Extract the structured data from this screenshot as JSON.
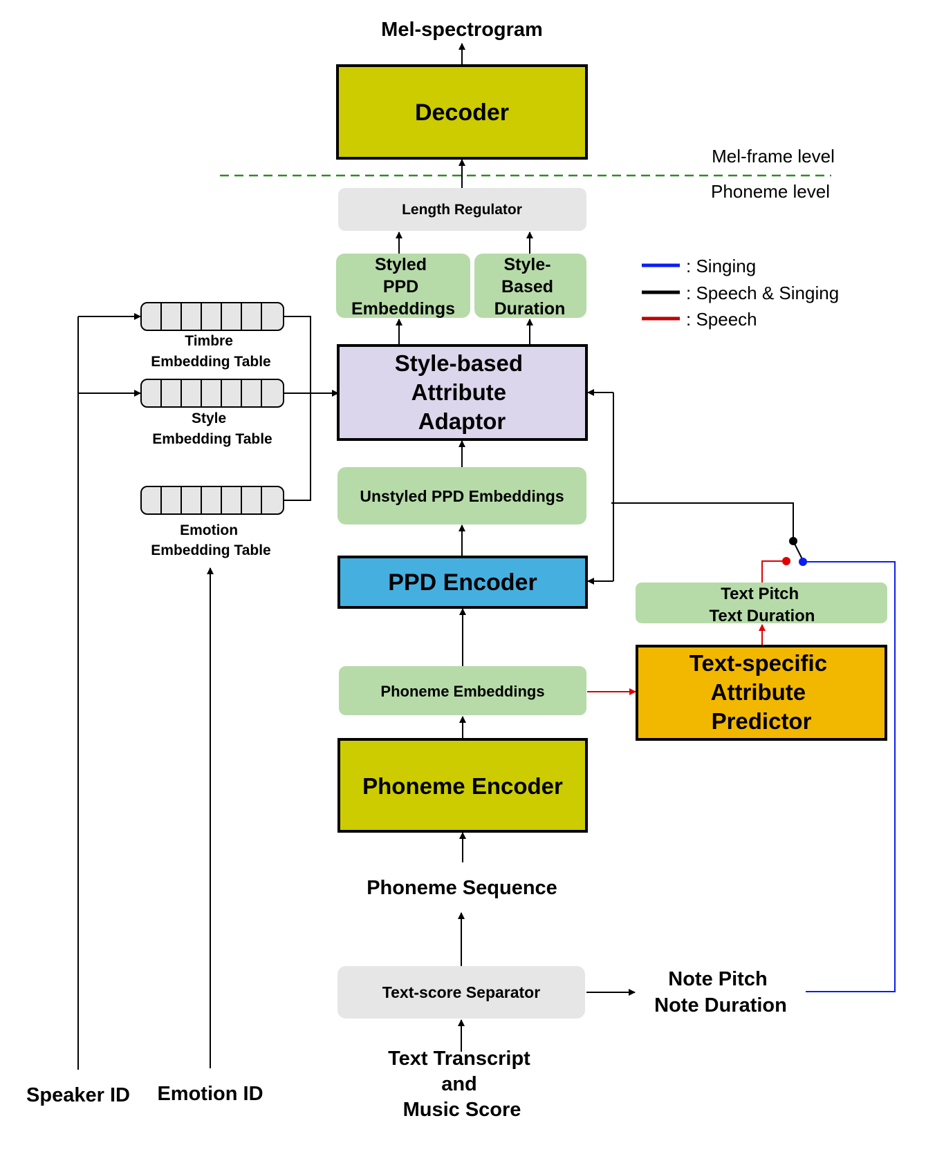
{
  "top_output": "Mel-spectrogram",
  "decoder": "Decoder",
  "mel_frame_level": "Mel-frame level",
  "phoneme_level": "Phoneme level",
  "length_regulator": "Length Regulator",
  "styled_ppd": [
    "Styled",
    "PPD",
    "Embeddings"
  ],
  "style_duration": [
    "Style-",
    "Based",
    "Duration"
  ],
  "legend": {
    "singing": ": Singing",
    "both": ": Speech & Singing",
    "speech": ": Speech",
    "colors": {
      "singing": "#0a1ef0",
      "both": "#000000",
      "speech": "#c00000"
    }
  },
  "timbre_table": [
    "Timbre",
    "Embedding Table"
  ],
  "style_table": [
    "Style",
    "Embedding Table"
  ],
  "emotion_table": [
    "Emotion",
    "Embedding Table"
  ],
  "adaptor": [
    "Style-based",
    "Attribute",
    "Adaptor"
  ],
  "unstyled_ppd": "Unstyled PPD Embeddings",
  "ppd_encoder": "PPD Encoder",
  "text_pitch_duration": [
    "Text Pitch",
    "Text Duration"
  ],
  "predictor": [
    "Text-specific",
    "Attribute",
    "Predictor"
  ],
  "phoneme_embeddings": "Phoneme Embeddings",
  "phoneme_encoder": "Phoneme Encoder",
  "phoneme_sequence": "Phoneme Sequence",
  "separator": "Text-score Separator",
  "note_pitch_duration": [
    "Note Pitch",
    "Note Duration"
  ],
  "input": [
    "Text Transcript",
    "and",
    "Music Score"
  ],
  "speaker_id": "Speaker ID",
  "emotion_id": "Emotion ID",
  "colors": {
    "olive": "#cccc00",
    "green": "#b6dba8",
    "gray": "#e6e6e6",
    "lavender": "#dcd6ec",
    "blue": "#45b0e0",
    "orange": "#f2b800",
    "dash": "#2e8b22"
  }
}
